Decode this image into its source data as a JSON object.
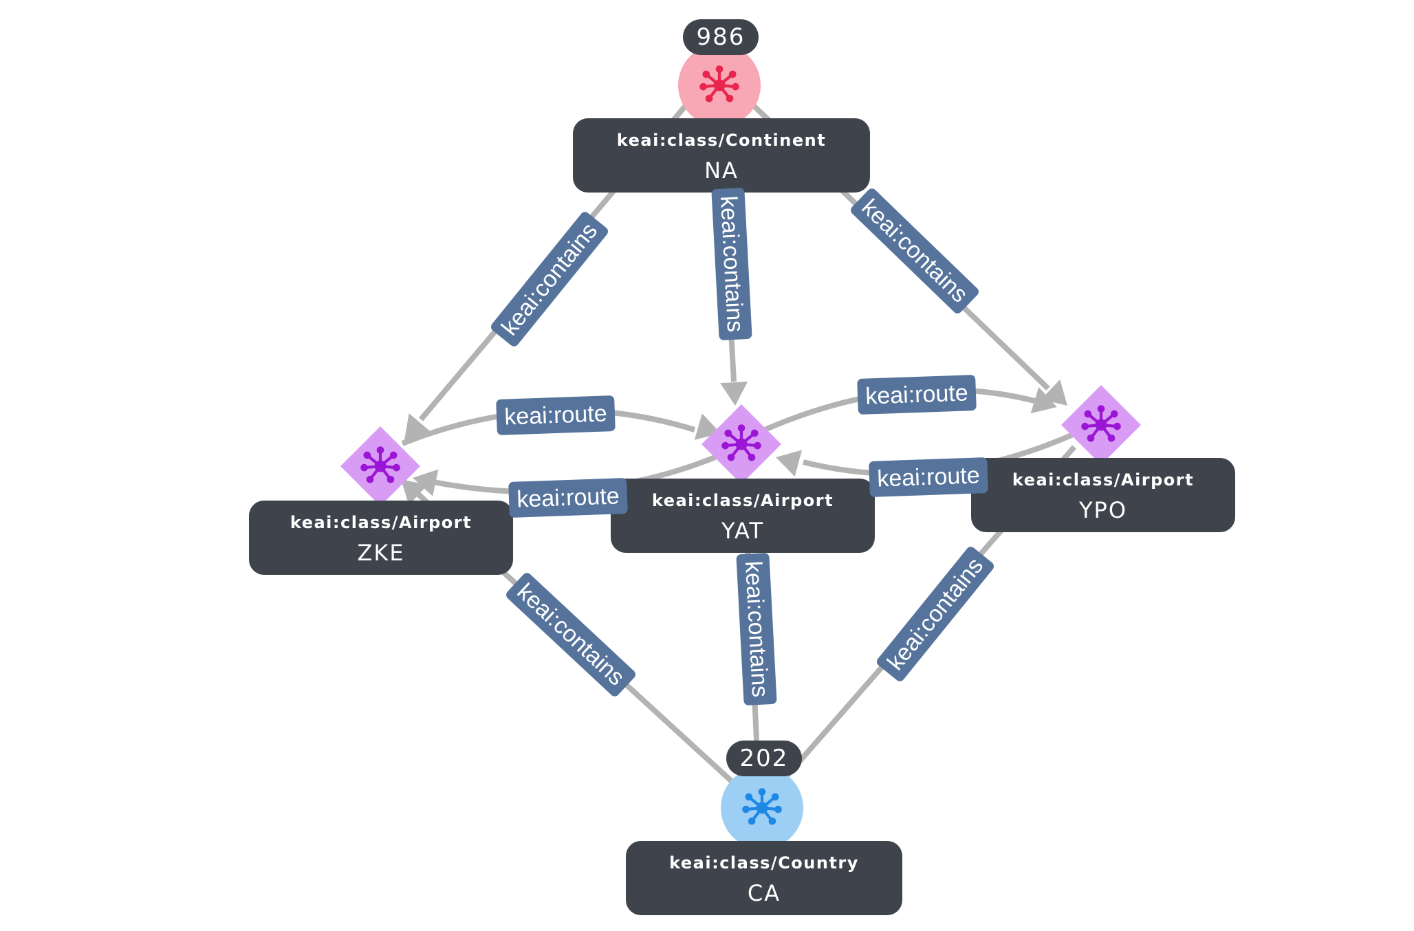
{
  "colors": {
    "edge": "#b3b3b3",
    "edge_label_bg": "#56739b",
    "card_bg": "#3f444c",
    "continent_fill": "#f7a8b4",
    "continent_icon": "#e8254d",
    "country_fill": "#9dcff4",
    "country_icon": "#1e88e5",
    "airport_fill": "#d99cf5",
    "airport_icon": "#9b16d4"
  },
  "nodes": [
    {
      "key": "na",
      "class_label": "keai:class/Continent",
      "id_label": "NA",
      "count": "986",
      "shape": "circle",
      "icon": "graph-network-icon",
      "color_key": "continent"
    },
    {
      "key": "ca",
      "class_label": "keai:class/Country",
      "id_label": "CA",
      "count": "202",
      "shape": "circle",
      "icon": "graph-network-icon",
      "color_key": "country"
    },
    {
      "key": "zke",
      "class_label": "keai:class/Airport",
      "id_label": "ZKE",
      "shape": "diamond",
      "icon": "graph-network-icon",
      "color_key": "airport"
    },
    {
      "key": "yat",
      "class_label": "keai:class/Airport",
      "id_label": "YAT",
      "shape": "diamond",
      "icon": "graph-network-icon",
      "color_key": "airport"
    },
    {
      "key": "ypo",
      "class_label": "keai:class/Airport",
      "id_label": "YPO",
      "shape": "diamond",
      "icon": "graph-network-icon",
      "color_key": "airport"
    }
  ],
  "edges": [
    {
      "from": "na",
      "to": "zke",
      "label": "keai:contains"
    },
    {
      "from": "na",
      "to": "yat",
      "label": "keai:contains"
    },
    {
      "from": "na",
      "to": "ypo",
      "label": "keai:contains"
    },
    {
      "from": "ca",
      "to": "zke",
      "label": "keai:contains"
    },
    {
      "from": "ca",
      "to": "yat",
      "label": "keai:contains"
    },
    {
      "from": "ca",
      "to": "ypo",
      "label": "keai:contains"
    },
    {
      "from": "zke",
      "to": "yat",
      "label": "keai:route"
    },
    {
      "from": "yat",
      "to": "zke",
      "label": "keai:route"
    },
    {
      "from": "yat",
      "to": "ypo",
      "label": "keai:route"
    },
    {
      "from": "ypo",
      "to": "yat",
      "label": "keai:route"
    }
  ]
}
